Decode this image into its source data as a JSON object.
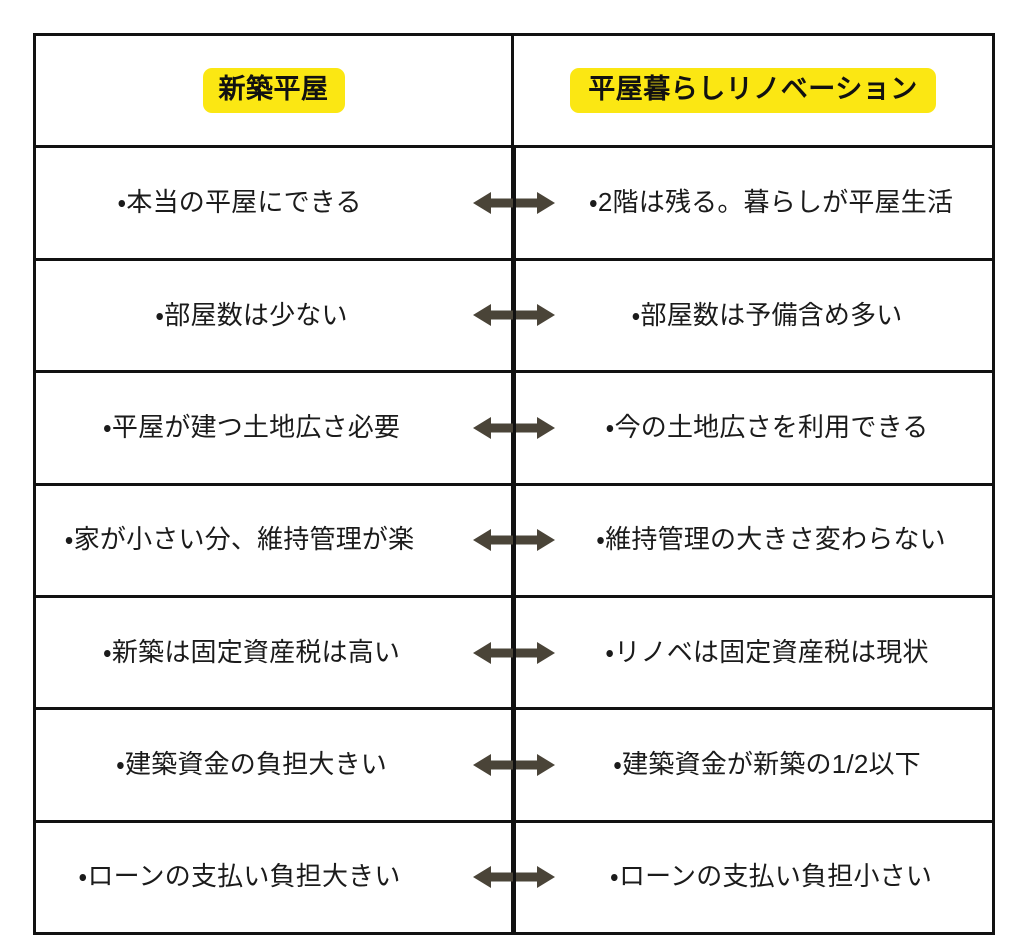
{
  "table": {
    "headers": {
      "left": "新築平屋",
      "right": "平屋暮らしリノベーション"
    },
    "arrow_symbol": "↔",
    "colors": {
      "highlight": "#fbe713",
      "border": "#111111",
      "text": "#1b1b1b",
      "arrow": "#4a4438",
      "background": "#ffffff"
    },
    "rows": [
      {
        "left": "・本当の平屋にできる",
        "right": "・2階は残る。暮らしが平屋生活"
      },
      {
        "left": "・部屋数は少ない",
        "right": "・部屋数は予備含め多い"
      },
      {
        "left": "・平屋が建つ土地広さ必要",
        "right": "・今の土地広さを利用できる"
      },
      {
        "left": "・家が小さい分、維持管理が楽",
        "right": "・維持管理の大きさ変わらない"
      },
      {
        "left": "・新築は固定資産税は高い",
        "right": "・リノベは固定資産税は現状"
      },
      {
        "left": "・建築資金の負担大きい",
        "right": "・建築資金が新築の1/2以下"
      },
      {
        "left": "・ローンの支払い負担大きい",
        "right": "・ローンの支払い負担小さい"
      }
    ]
  }
}
